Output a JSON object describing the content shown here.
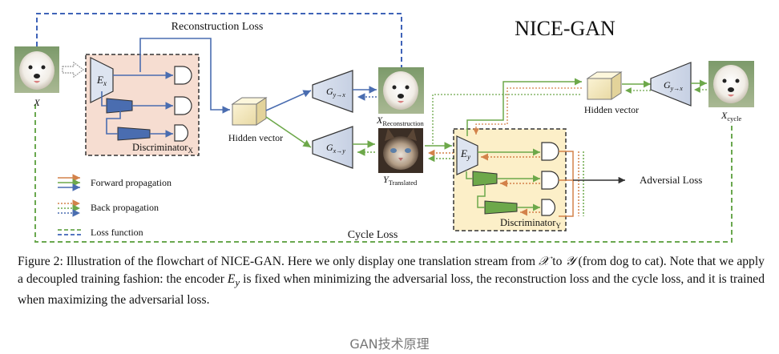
{
  "diagram": {
    "title": "NICE-GAN",
    "reconstruction_loss_label": "Reconstruction Loss",
    "cycle_loss_label": "Cycle Loss",
    "adversial_loss_label": "Adversial Loss",
    "hidden_vector_left": "Hidden vector",
    "hidden_vector_right": "Hidden vector",
    "discriminator_x": {
      "base": "Discriminator",
      "sub": "X"
    },
    "discriminator_y": {
      "base": "Discriminator",
      "sub": "Y"
    },
    "encoder_x": {
      "base": "E",
      "sub": "x"
    },
    "encoder_y": {
      "base": "E",
      "sub": "y"
    },
    "generator_y_to_x_top": {
      "base": "G",
      "sub": "y→x"
    },
    "generator_x_to_y": {
      "base": "G",
      "sub": "x→y"
    },
    "generator_y_to_x_right": {
      "base": "G",
      "sub": "y→x"
    },
    "image_x_label": "X",
    "image_reconstruction_label": {
      "base": "X",
      "sub": "Reconstruction"
    },
    "image_translated_label": {
      "base": "Y",
      "sub": "Translated"
    },
    "image_cycle_label": {
      "base": "X",
      "sub": "cycle"
    },
    "legend": [
      {
        "label": "Forward propagation"
      },
      {
        "label": "Back propagation"
      },
      {
        "label": "Loss function"
      }
    ],
    "colors": {
      "blue": "#4a6db0",
      "green": "#6da84a",
      "orange": "#d3824a",
      "dashed_blue": "#3f63b8",
      "dashed_green": "#6aa84f",
      "disc_x_fill": "#f6ddd1",
      "disc_y_fill": "#fcefc8"
    }
  },
  "caption": {
    "line1_a": "Figure 2: Illustration of the flowchart of NICE-GAN. Here we only display one translation stream from ",
    "from_domain": "𝒳",
    "to_word": " to ",
    "to_domain": "𝒴",
    "line1_b": " (from dog to cat). Note that we apply a decoupled training fashion: the encoder ",
    "encoder_sym": "E",
    "encoder_sub": "y",
    "line1_c": " is fixed when minimizing the adversarial loss, the reconstruction loss and the cycle loss, and it is trained when maximizing the adversarial loss."
  },
  "watermark": "GAN技术原理"
}
